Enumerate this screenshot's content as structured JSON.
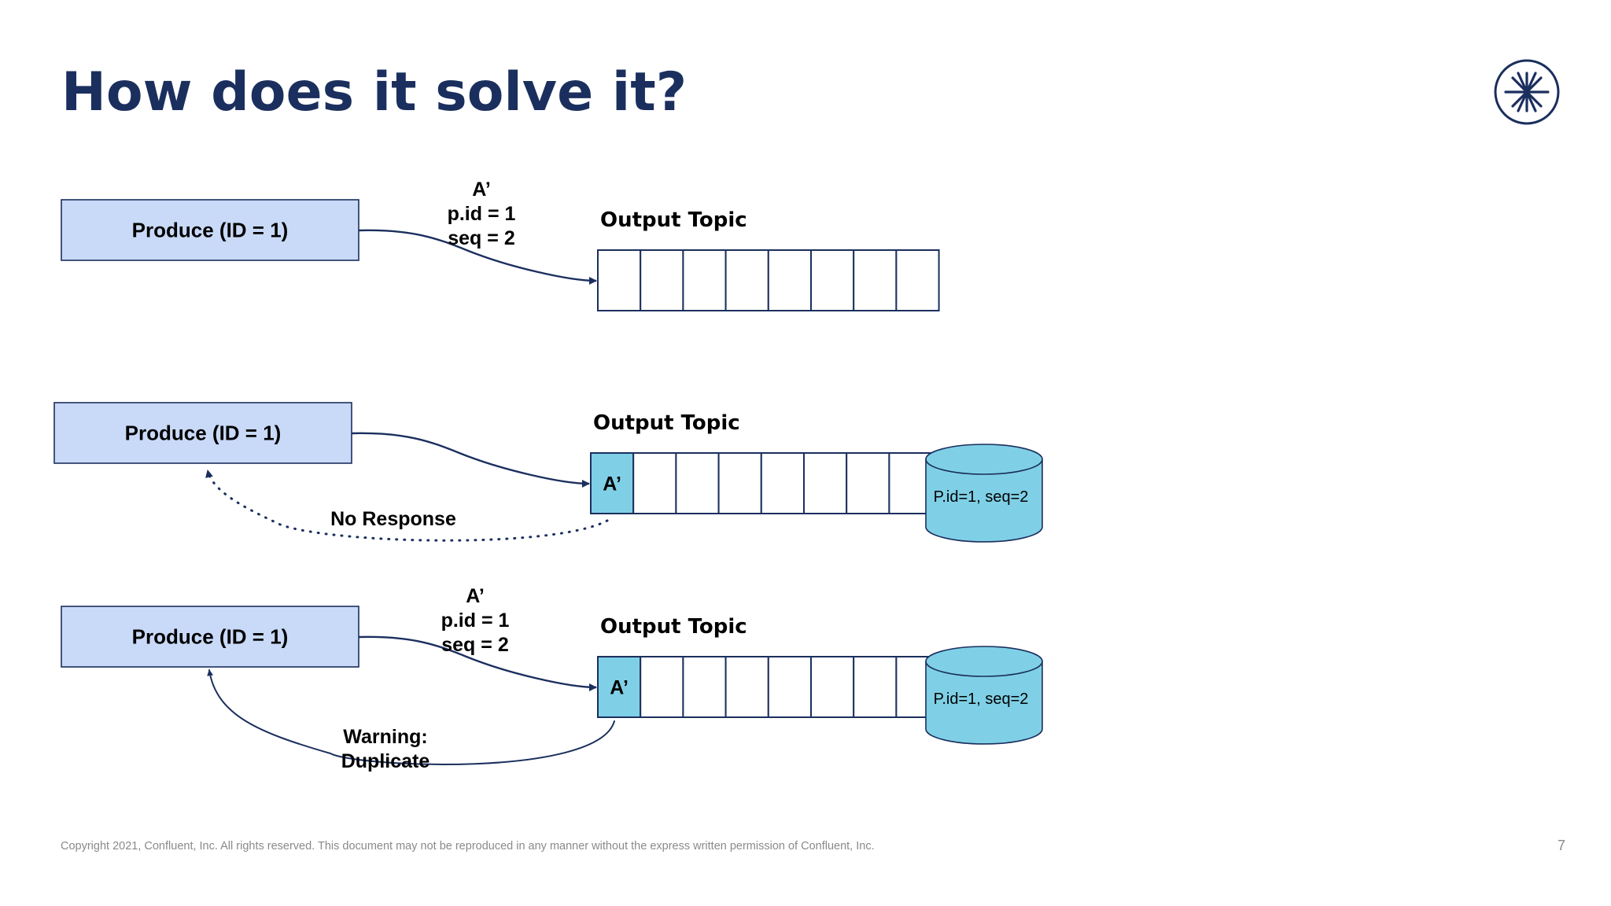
{
  "title": "How does it solve it?",
  "colors": {
    "navy": "#1b2f5e",
    "producer_fill": "#c9daf8",
    "cell_filled": "#7fd0e6",
    "db_fill": "#7fd0e6"
  },
  "logo": {
    "icon": "confluent-logo-icon"
  },
  "scenarios": [
    {
      "producer": "Produce (ID = 1)",
      "message_label": [
        "A’",
        "p.id = 1",
        "seq = 2"
      ],
      "topic_label": "Output Topic",
      "cells": [
        "",
        "",
        "",
        "",
        "",
        "",
        "",
        ""
      ],
      "db_label": null,
      "response_label": null,
      "response_style": null
    },
    {
      "producer": "Produce (ID = 1)",
      "message_label": null,
      "topic_label": "Output Topic",
      "cells": [
        "A’",
        "",
        "",
        "",
        "",
        "",
        "",
        ""
      ],
      "db_label": "P.id=1, seq=2",
      "response_label": [
        "No Response"
      ],
      "response_style": "dotted"
    },
    {
      "producer": "Produce (ID = 1)",
      "message_label": [
        "A’",
        "p.id = 1",
        "seq = 2"
      ],
      "topic_label": "Output Topic",
      "cells": [
        "A’",
        "",
        "",
        "",
        "",
        "",
        "",
        ""
      ],
      "db_label": "P.id=1, seq=2",
      "response_label": [
        "Warning:",
        "Duplicate"
      ],
      "response_style": "solid"
    }
  ],
  "footer": {
    "copyright": "Copyright 2021, Confluent, Inc. All rights reserved. This document may not be reproduced in any manner without the express written permission of Confluent, Inc.",
    "page_number": "7"
  }
}
